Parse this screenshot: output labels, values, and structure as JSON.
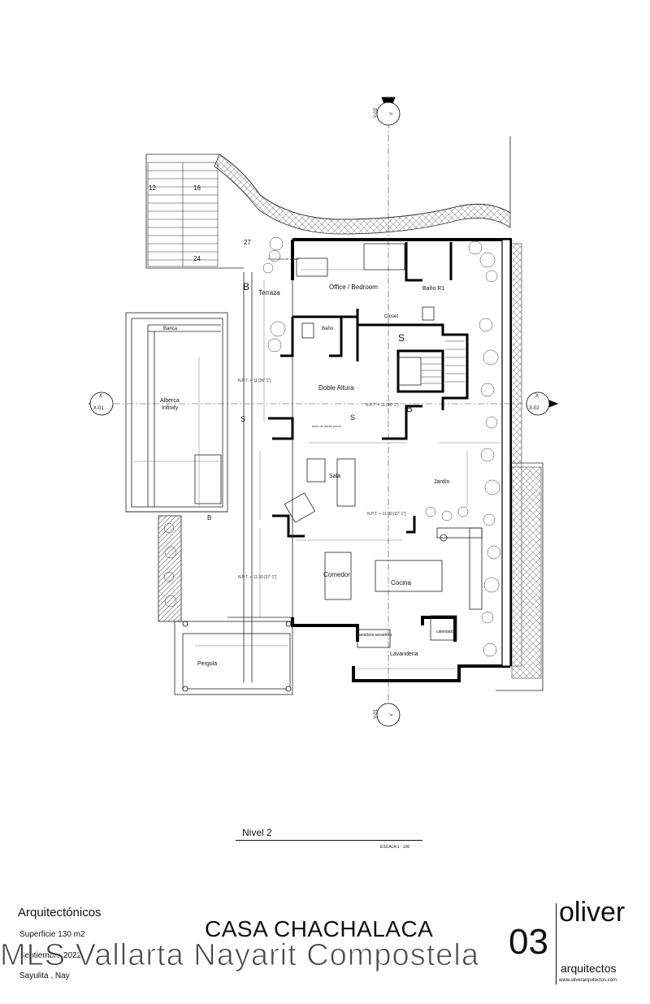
{
  "plan": {
    "level_title": "Nivel 2",
    "scale": "ESCALA 1 : 100",
    "rooms": {
      "office": "Office / Bedroom",
      "bano_r1": "Baño R1",
      "terraza": "Terraza",
      "closet": "Closet",
      "bano": "Baño",
      "doble_altura": "Doble Altura",
      "alberca": "Alberca",
      "infinity": "Infinity",
      "banca": "Banca",
      "sala": "Sala",
      "jardin": "Jardín",
      "comedor": "Comedor",
      "cocina": "Cocina",
      "lavanderia": "Lavanderia",
      "lavadora": "lavadora secadora",
      "calentador": "calentador",
      "pergola": "Pergola"
    },
    "levels": {
      "npt_upper": "N.P.T. + 11 [36' 1\"]",
      "npt_upper_2": "N.P.T. + 11 [36' 1\"]",
      "npt_sala": "N.P.T. + 11.30 [37' 1\"]",
      "npt_comedor": "N.P.T. + 11.30 [37' 1\"]"
    },
    "stair_numbers": [
      "12",
      "16",
      "24",
      "27"
    ],
    "section_markers": {
      "b1": "B",
      "b2": "B",
      "b3": "B",
      "s1": "S",
      "s2": "S",
      "s3": "S"
    },
    "grid_axes": {
      "y_top": [
        "Y-02",
        "Y"
      ],
      "y_bottom": [
        "Y-01",
        "Y"
      ],
      "x_left": [
        "X",
        "X-01"
      ],
      "x_right": [
        "X",
        "X-02"
      ]
    },
    "annotations": {
      "proyeccion": "Proyección de volado",
      "arco": "Arco de doble punto"
    }
  },
  "title_block": {
    "section": "Arquitectónicos",
    "area": "Superficie 130 m2",
    "date": "Septiembre 2022",
    "location": "Sayulita , Nay",
    "project": "CASA CHACHALACA",
    "sheet_number": "03",
    "firm_name": "oliver",
    "firm_sub": "arquitectos",
    "website": "www.oliverarquitectos.com"
  },
  "watermark": "MLS Vallarta Nayarit Compostela"
}
